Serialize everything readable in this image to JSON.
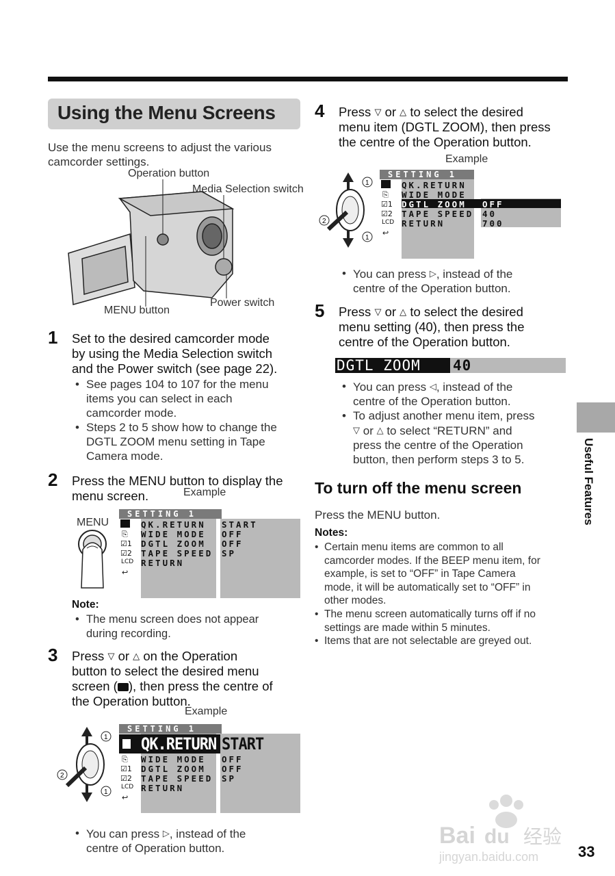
{
  "page_title": "Using the Menu Screens",
  "intro": [
    "Use the menu screens to adjust the various",
    "camcorder settings."
  ],
  "camera_labels": {
    "operation_button": "Operation button",
    "media_switch": "Media Selection switch",
    "power_switch": "Power switch",
    "menu_button": "MENU button"
  },
  "step1": {
    "num": "1",
    "lines": [
      "Set to the desired camcorder mode",
      "by using the Media Selection switch",
      "and the Power switch (see page 22)."
    ],
    "bullets": [
      [
        "See pages 104 to 107 for the menu",
        "items you can select in each",
        "camcorder mode."
      ],
      [
        "Steps 2 to 5 show how to change the",
        "DGTL ZOOM menu setting in Tape",
        "Camera mode."
      ]
    ]
  },
  "step2": {
    "num": "2",
    "lines": [
      "Press the MENU button to display the",
      "menu screen."
    ],
    "example": "Example",
    "menu_label": "MENU",
    "note_title": "Note:",
    "note_lines": [
      "The menu screen does not appear",
      "during recording."
    ]
  },
  "step3": {
    "num": "3",
    "line1_a": "Press",
    "line1_or": "or",
    "line1_b": "on the Operation",
    "lines": [
      "button to select the desired menu",
      "screen (",
      "), then press the centre of",
      "the Operation button."
    ],
    "example": "Example",
    "bullet": [
      "You can press",
      ", instead of the",
      "centre of Operation button."
    ]
  },
  "step4": {
    "num": "4",
    "line1_a": "Press",
    "line1_or": "or",
    "line1_b": "to select the desired",
    "lines": [
      "menu item (DGTL ZOOM), then press",
      "the centre of the Operation button."
    ],
    "example": "Example",
    "bullet": [
      "You can press",
      ", instead of the",
      "centre of the Operation button."
    ]
  },
  "step5": {
    "num": "5",
    "line1_a": "Press",
    "line1_or": "or",
    "line1_b": "to select the desired",
    "lines": [
      "menu setting (40), then press the",
      "centre of the Operation button."
    ],
    "bar_label": "DGTL ZOOM",
    "bar_value": "40",
    "bullet1": [
      "You can press",
      ", instead of the",
      "centre of the Operation button."
    ],
    "bullet2": [
      "To adjust another menu item, press",
      "or",
      "to select “RETURN” and",
      "press the centre of the Operation",
      "button, then perform steps 3 to 5."
    ]
  },
  "section2": {
    "heading": "To turn off the menu screen",
    "text": "Press the MENU button.",
    "notes_title": "Notes:",
    "notes": [
      [
        "Certain menu items are common to all",
        "camcorder modes. If the BEEP menu item, for",
        "example, is set to “OFF” in Tape Camera",
        "mode, it will be automatically set to “OFF” in",
        "other modes."
      ],
      [
        "The menu screen automatically turns off if no",
        "settings are made within 5 minutes."
      ],
      [
        "Items that are not selectable are greyed out."
      ]
    ]
  },
  "menu": {
    "header": "SETTING 1",
    "items": [
      "QK.RETURN",
      "WIDE MODE",
      "DGTL ZOOM",
      "TAPE SPEED",
      "RETURN"
    ],
    "values_step2": [
      "START",
      "OFF",
      "OFF",
      "SP"
    ],
    "values_step3": [
      "START",
      "OFF",
      "OFF",
      "SP"
    ],
    "values_step4": [
      "OFF",
      "40",
      "700"
    ],
    "icons": [
      "1",
      "2",
      "LCD"
    ]
  },
  "side_tab": "Useful Features",
  "page_number": "33",
  "watermark": "Bai du 经验 jingyan.baidu.com"
}
